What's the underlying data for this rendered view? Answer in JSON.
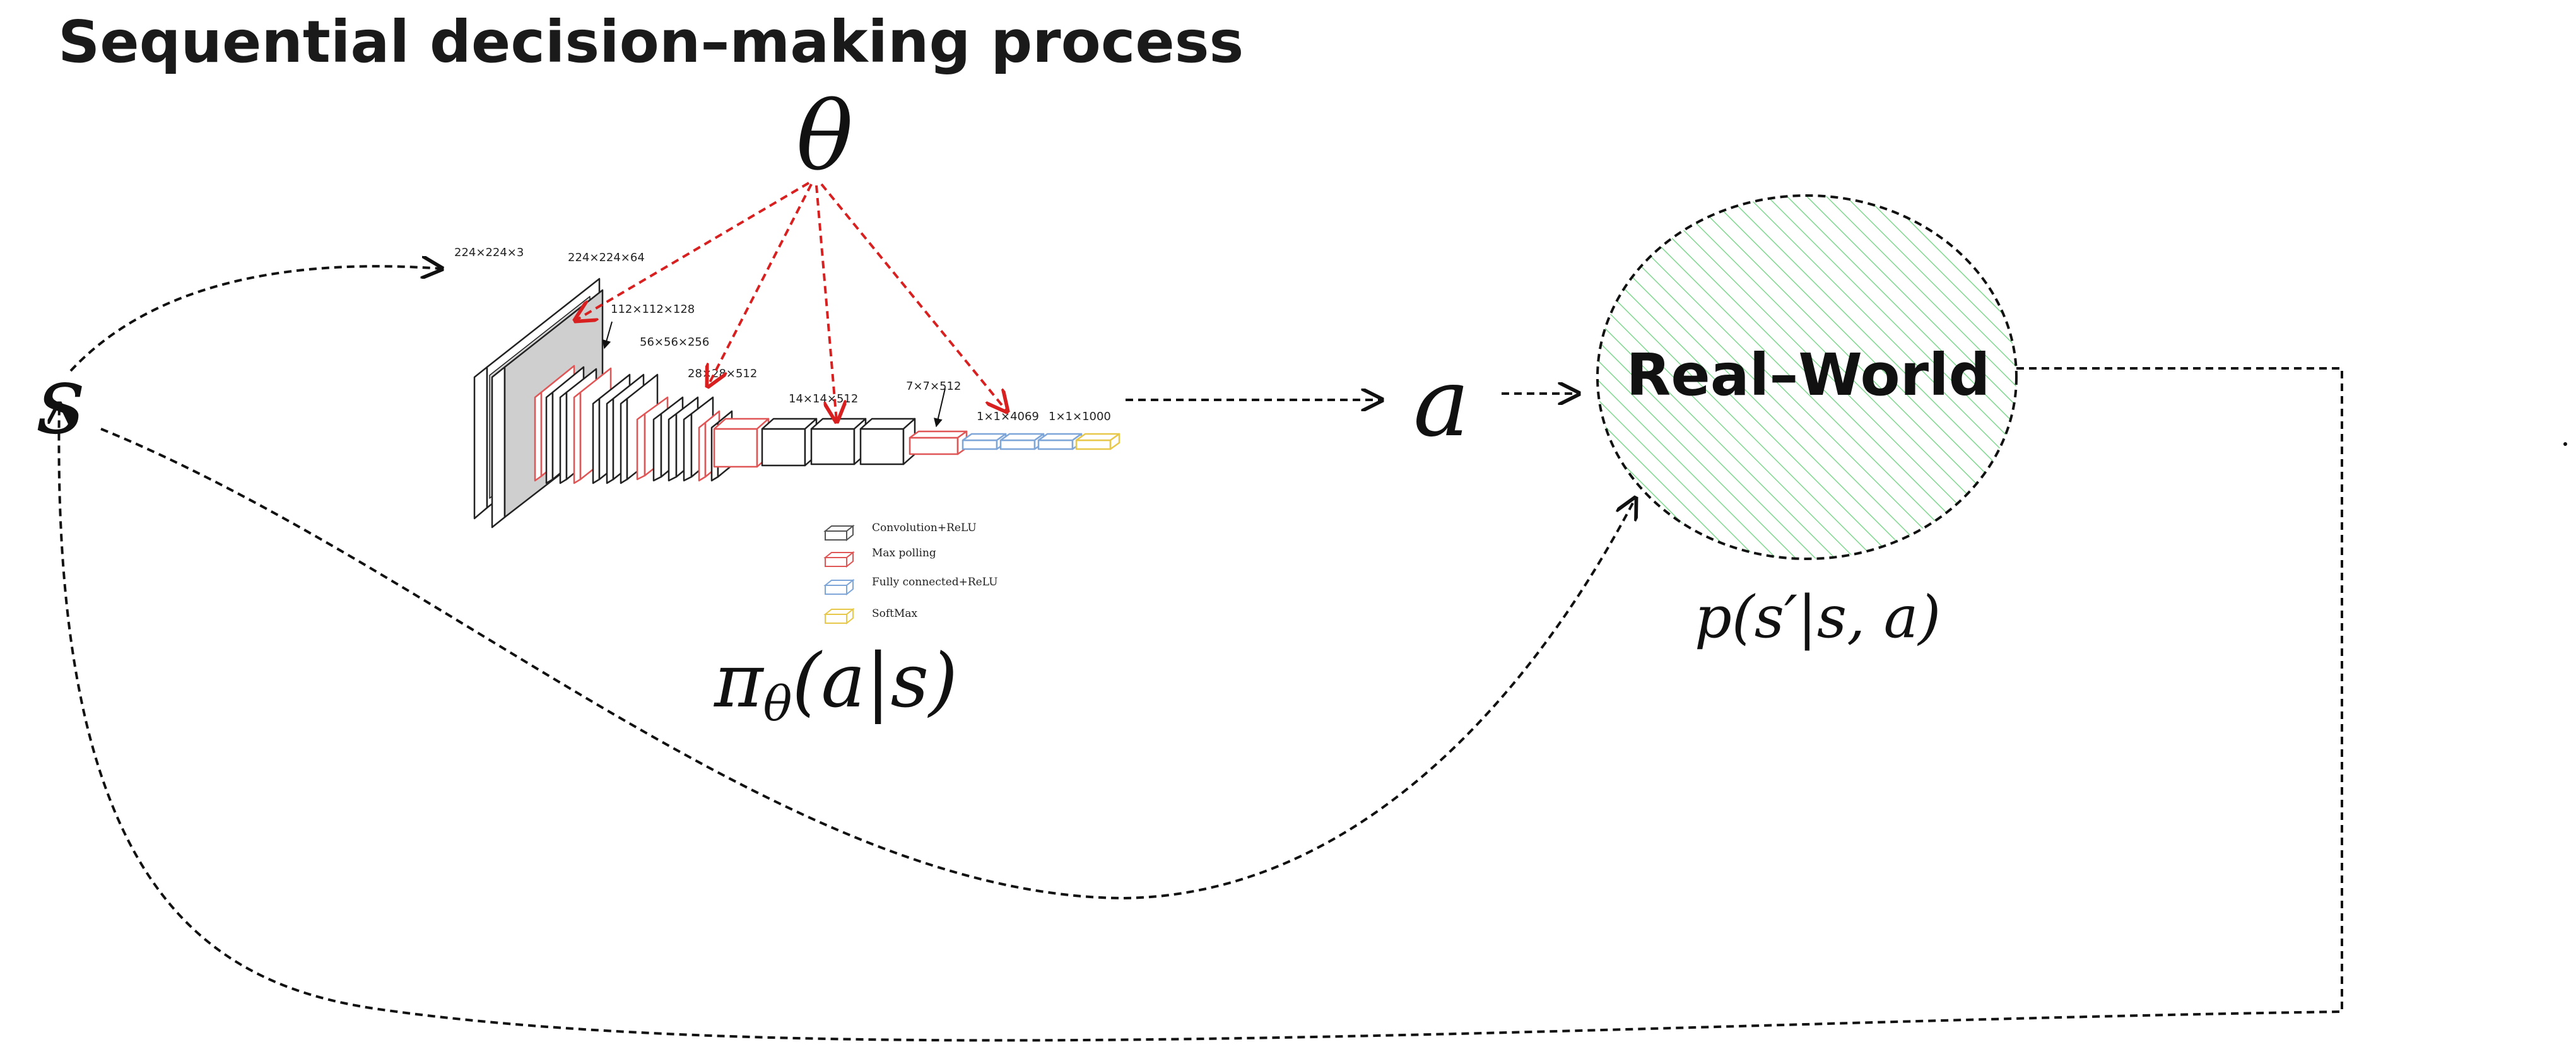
{
  "title": "Sequential decision–making process",
  "symbols": {
    "theta": "θ",
    "state": "s",
    "action": "a",
    "policy_pi": "π",
    "policy_sub": "θ",
    "policy_args": "(a|s)",
    "transition": "p(s′|s, a)"
  },
  "environment": {
    "label": "Real–World",
    "fill_color": "#7fd88f"
  },
  "network": {
    "layer_labels": [
      "224×224×3",
      "224×224×64",
      "112×112×128",
      "56×56×256",
      "28×28×512",
      "14×14×512",
      "7×7×512",
      "1×1×4069",
      "1×1×1000"
    ],
    "legend": [
      {
        "label": "Convolution+ReLU",
        "color": "#555555"
      },
      {
        "label": "Max polling",
        "color": "#e05555"
      },
      {
        "label": "Fully connected+ReLU",
        "color": "#7fa6d8"
      },
      {
        "label": "SoftMax",
        "color": "#e8c84a"
      }
    ]
  },
  "colors": {
    "param_arrows": "#d92020",
    "flow_arrows": "#111111"
  }
}
